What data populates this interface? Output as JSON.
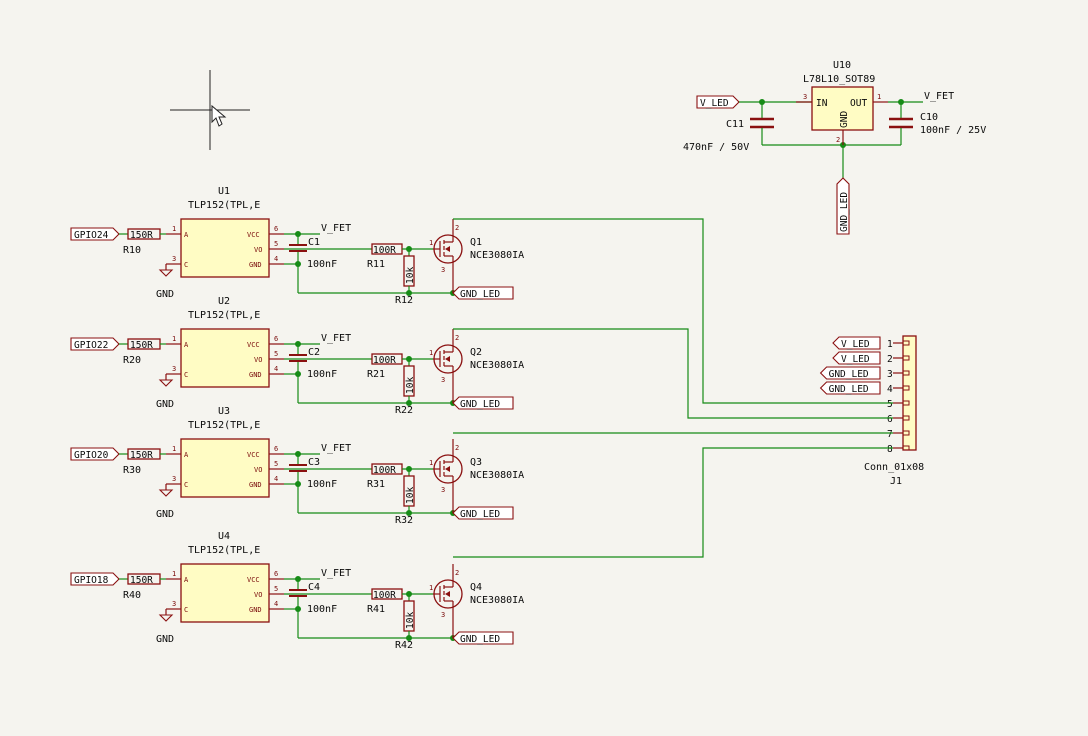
{
  "regulator": {
    "ref": "U10",
    "value": "L78L10_SOT89",
    "pin_in": "IN",
    "pin_out": "OUT",
    "pin_gnd": "GND",
    "pin_in_num": "3",
    "pin_out_num": "1",
    "pin_gnd_num": "2",
    "input_label": "V_LED",
    "output_net": "V_FET",
    "gnd_label": "GND_LED",
    "c_in_ref": "C11",
    "c_in_value": "470nF / 50V",
    "c_out_ref": "C10",
    "c_out_value": "100nF / 25V"
  },
  "channels": [
    {
      "u_ref": "U1",
      "u_value": "TLP152(TPL,E",
      "gpio": "GPIO24",
      "r_in": "R10",
      "r_in_val": "150R",
      "c_ref": "C1",
      "c_val": "100nF",
      "r_gate": "R11",
      "r_gate_val": "100R",
      "r_pd": "R12",
      "r_pd_val": "10k",
      "q_ref": "Q1",
      "q_val": "NCE3080IA",
      "vfet": "V_FET",
      "gnd": "GND",
      "gnd_led": "GND_LED"
    },
    {
      "u_ref": "U2",
      "u_value": "TLP152(TPL,E",
      "gpio": "GPIO22",
      "r_in": "R20",
      "r_in_val": "150R",
      "c_ref": "C2",
      "c_val": "100nF",
      "r_gate": "R21",
      "r_gate_val": "100R",
      "r_pd": "R22",
      "r_pd_val": "10k",
      "q_ref": "Q2",
      "q_val": "NCE3080IA",
      "vfet": "V_FET",
      "gnd": "GND",
      "gnd_led": "GND_LED"
    },
    {
      "u_ref": "U3",
      "u_value": "TLP152(TPL,E",
      "gpio": "GPIO20",
      "r_in": "R30",
      "r_in_val": "150R",
      "c_ref": "C3",
      "c_val": "100nF",
      "r_gate": "R31",
      "r_gate_val": "100R",
      "r_pd": "R32",
      "r_pd_val": "10k",
      "q_ref": "Q3",
      "q_val": "NCE3080IA",
      "vfet": "V_FET",
      "gnd": "GND",
      "gnd_led": "GND_LED"
    },
    {
      "u_ref": "U4",
      "u_value": "TLP152(TPL,E",
      "gpio": "GPIO18",
      "r_in": "R40",
      "r_in_val": "150R",
      "c_ref": "C4",
      "c_val": "100nF",
      "r_gate": "R41",
      "r_gate_val": "100R",
      "r_pd": "R42",
      "r_pd_val": "10k",
      "q_ref": "Q4",
      "q_val": "NCE3080IA",
      "vfet": "V_FET",
      "gnd": "GND",
      "gnd_led": "GND_LED"
    }
  ],
  "ic_pins": {
    "a": "A",
    "c": "C",
    "vcc": "VCC",
    "vo": "VO",
    "gnd": "GND",
    "n1": "1",
    "n3": "3",
    "n4": "4",
    "n5": "5",
    "n6": "6"
  },
  "fet_pins": {
    "g": "1",
    "d": "2",
    "s": "3"
  },
  "connector": {
    "ref": "J1",
    "value": "Conn_01x08",
    "pins": [
      "1",
      "2",
      "3",
      "4",
      "5",
      "6",
      "7",
      "8"
    ],
    "labels": [
      "V_LED",
      "V_LED",
      "GND_LED",
      "GND_LED",
      "",
      "",
      "",
      ""
    ]
  },
  "colors": {
    "wire": "#168b16",
    "symbol": "#8a1010",
    "ic_fill": "#fffcc4",
    "background": "#f5f4ef"
  }
}
